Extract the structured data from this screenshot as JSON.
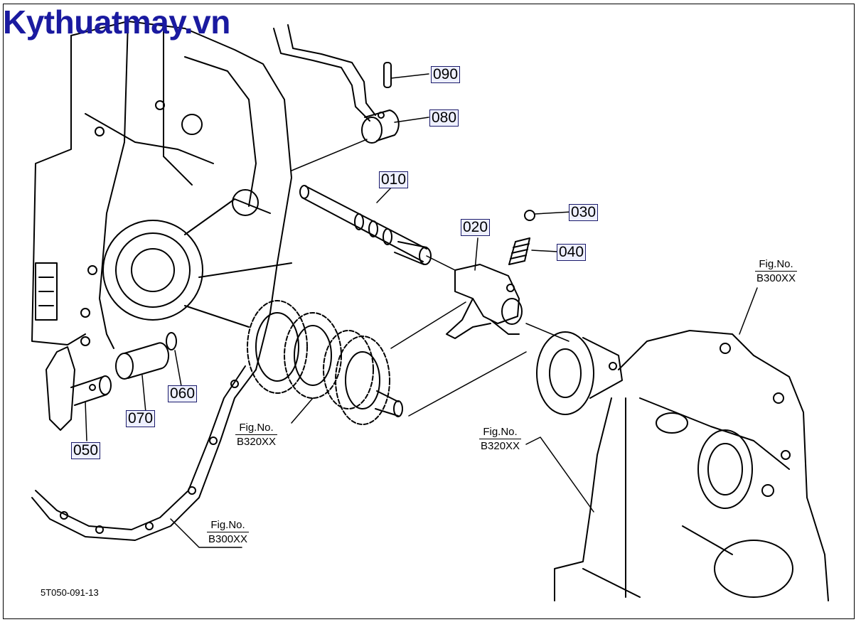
{
  "watermark": "Kythuatmay.vn",
  "document_code": "5T050-091-13",
  "parts": [
    {
      "id": "p010",
      "label": "010"
    },
    {
      "id": "p020",
      "label": "020"
    },
    {
      "id": "p030",
      "label": "030"
    },
    {
      "id": "p040",
      "label": "040"
    },
    {
      "id": "p050",
      "label": "050"
    },
    {
      "id": "p060",
      "label": "060"
    },
    {
      "id": "p070",
      "label": "070"
    },
    {
      "id": "p080",
      "label": "080"
    },
    {
      "id": "p090",
      "label": "090"
    }
  ],
  "figure_refs": [
    {
      "line1": "Fig.No.",
      "line2": "B300XX"
    },
    {
      "line1": "Fig.No.",
      "line2": "B320XX"
    },
    {
      "line1": "Fig.No.",
      "line2": "B320XX"
    },
    {
      "line1": "Fig.No.",
      "line2": "B300XX"
    }
  ],
  "colors": {
    "label_fill": "#eef0ff",
    "label_border": "#1a1a6a",
    "watermark": "#1a1aa0",
    "line": "#000000"
  }
}
